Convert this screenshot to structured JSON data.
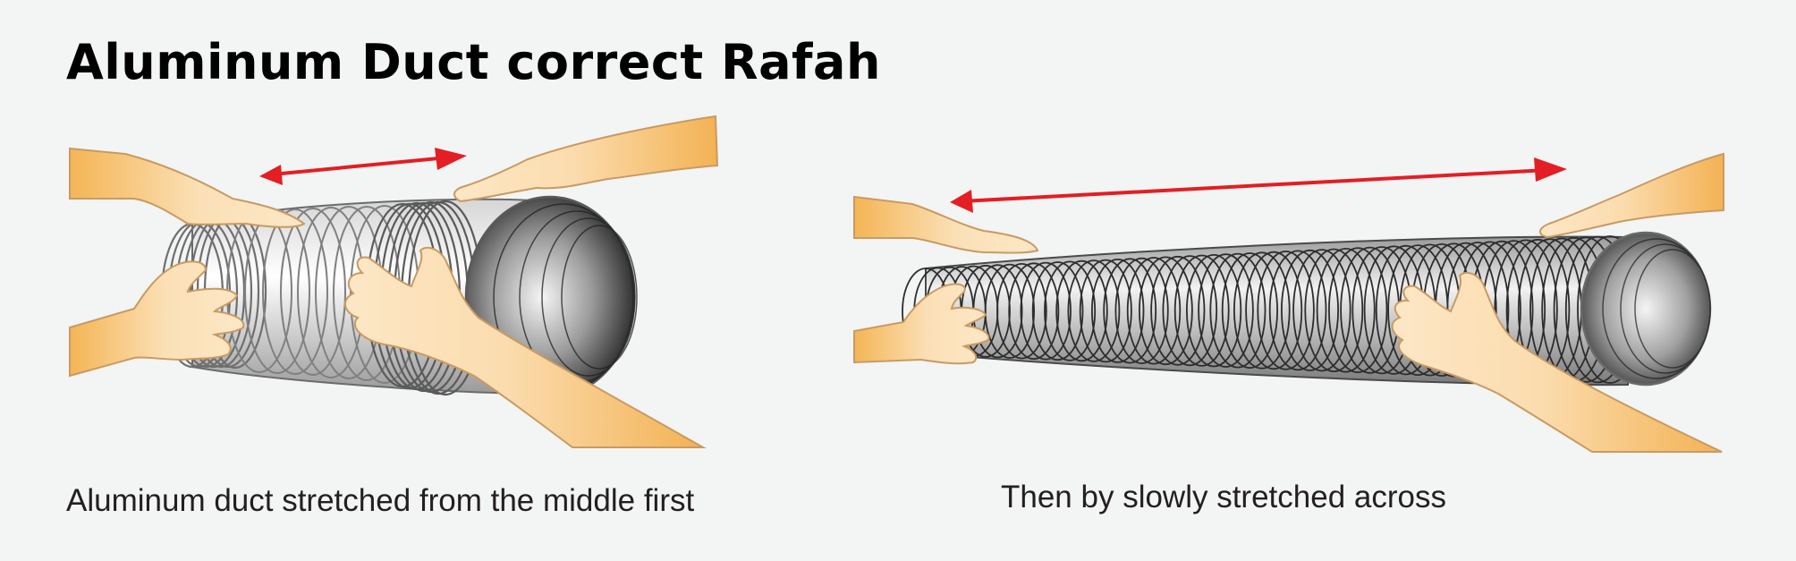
{
  "title": "Aluminum Duct correct Rafah",
  "panels": [
    {
      "id": "stretch-middle",
      "caption": "Aluminum duct stretched from the middle first"
    },
    {
      "id": "stretch-across",
      "caption": "Then by slowly stretched across"
    }
  ],
  "colors": {
    "background": "#f3f4f4",
    "arrow": "#e31e24",
    "skin_light": "#fbe3bd",
    "skin_dark": "#f3b254",
    "skin_outline": "#c9a070",
    "duct_light": "#ffffff",
    "duct_mid": "#b7b7b7",
    "duct_dark": "#2a2a2a",
    "text": "#231f20"
  }
}
